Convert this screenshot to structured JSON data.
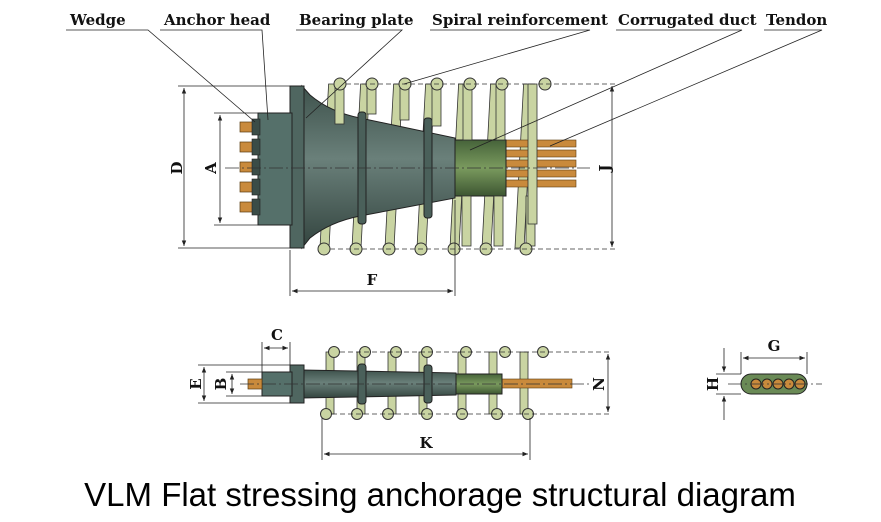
{
  "labels": {
    "wedge": "Wedge",
    "anchor_head": "Anchor head",
    "bearing_plate": "Bearing plate",
    "spiral": "Spiral reinforcement",
    "duct": "Corrugated duct",
    "tendon": "Tendon"
  },
  "dims": {
    "d": "D",
    "a": "A",
    "j": "J",
    "f": "F",
    "c": "C",
    "e": "E",
    "b": "B",
    "n": "N",
    "k": "K",
    "g": "G",
    "h": "H"
  },
  "title": "VLM Flat stressing anchorage structural diagram",
  "colors": {
    "body": "#4f6660",
    "body_dark": "#33443f",
    "spiral": "#c9d4a2",
    "duct": "#5a7a4a",
    "tendon": "#c98a3c",
    "wedge": "#c98a3c"
  }
}
